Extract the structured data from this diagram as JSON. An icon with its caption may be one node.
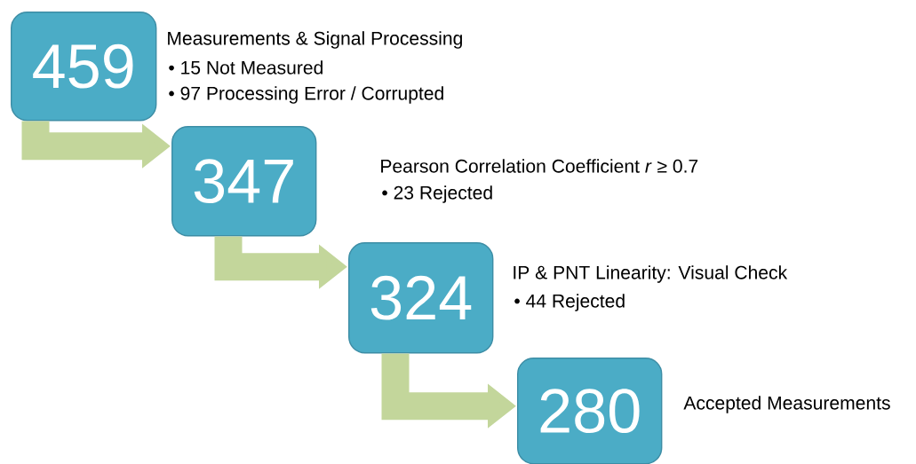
{
  "diagram": {
    "nodes": [
      {
        "text": [
          "459"
        ],
        "beside": [
          "Measurements & Signal Processing",
          "• 15 Not Measured",
          "• 97 Processing Error / Corrupted"
        ]
      },
      {
        "text": [
          "347"
        ],
        "beside": [
          "Pearson Correlation Coefficient *r* ≥ 0.7",
          "• 23 Rejected"
        ]
      },
      {
        "text": [
          "324"
        ],
        "beside": [
          "IP & PNT Linearity: Visual Check",
          "• 44 Rejected"
        ]
      },
      {
        "text": [
          "280"
        ],
        "beside": [
          "Accepted Measurements"
        ]
      }
    ],
    "edges": [
      {
        "from": 0,
        "to": 1,
        "arrow": "to"
      },
      {
        "from": 1,
        "to": 2,
        "arrow": "to"
      },
      {
        "from": 2,
        "to": 3,
        "arrow": "to"
      }
    ]
  }
}
